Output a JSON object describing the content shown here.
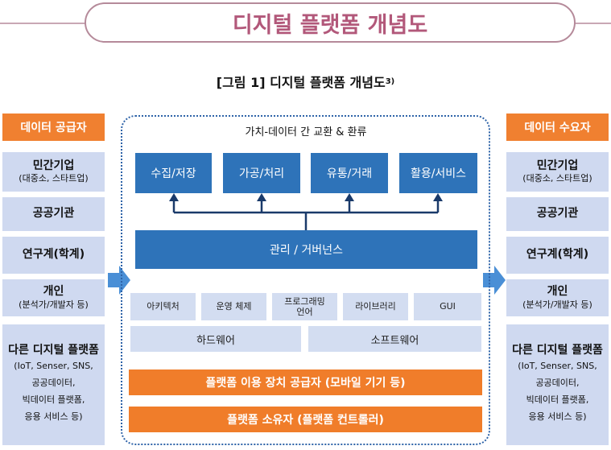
{
  "title": "디지털 플랫폼 개념도",
  "figure_caption": "[그림 1] 디지털 플랫폼 개념도",
  "figure_caption_sup": "3)",
  "left_column": {
    "header": "데이터 공급자",
    "items": [
      {
        "label": "민간기업",
        "sub": "(대중소, 스타트업)"
      },
      {
        "label": "공공기관",
        "sub": ""
      },
      {
        "label": "연구계(학계)",
        "sub": ""
      },
      {
        "label": "개인",
        "sub": "(분석가/개발자 등)"
      },
      {
        "label": "다른 디지털 플랫폼",
        "sub_lines": [
          "(IoT, Senser, SNS,",
          "공공데이터,",
          "빅데이터 플랫폼,",
          "응용 서비스 등)"
        ]
      }
    ]
  },
  "right_column": {
    "header": "데이터 수요자",
    "items": [
      {
        "label": "민간기업",
        "sub": "(대중소, 스타트업)"
      },
      {
        "label": "공공기관",
        "sub": ""
      },
      {
        "label": "연구계(학계)",
        "sub": ""
      },
      {
        "label": "개인",
        "sub": "(분석가/개발자 등)"
      },
      {
        "label": "다른 디지털 플랫폼",
        "sub_lines": [
          "(IoT, Senser, SNS,",
          "공공데이터,",
          "빅데이터 플랫폼,",
          "응용 서비스 등)"
        ]
      }
    ]
  },
  "center": {
    "value_label": "가치-데이터 간 교환 & 환류",
    "processes": [
      "수집/저장",
      "가공/처리",
      "유통/거래",
      "활용/서비스"
    ],
    "governance": "관리 / 거버넌스",
    "tools": [
      "아키텍처",
      "운영 체제",
      "프로그래밍\n언어",
      "라이브러리",
      "GUI"
    ],
    "hardware": "하드웨어",
    "software": "소프트웨어",
    "device_supplier": "플랫폼 이용 장치 공급자 (모바일 기기 등)",
    "owner": "플랫폼 소유자 (플랫폼 컨트롤러)"
  },
  "colors": {
    "title": "#b2587a",
    "orange": "#f08030",
    "blue": "#2e73b9",
    "light_blue": "#cfd9f0",
    "arrow_blue": "#4a8fd6"
  }
}
